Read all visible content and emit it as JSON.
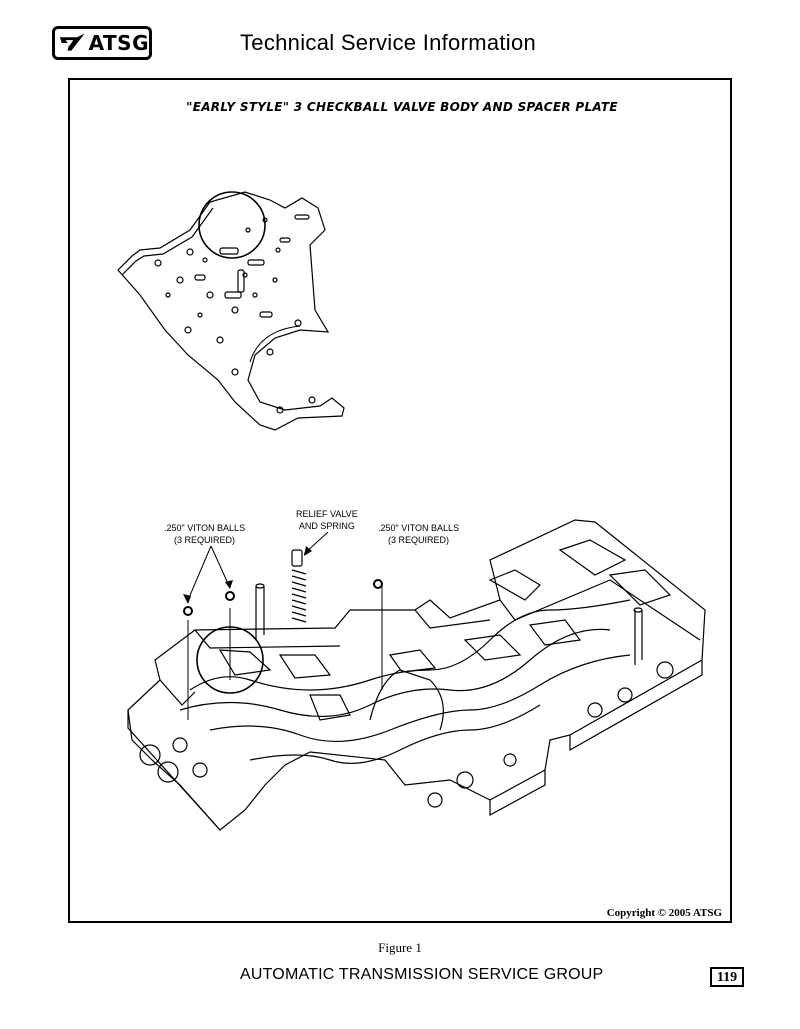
{
  "header": {
    "logo_text": "ATSG",
    "title": "Technical Service Information"
  },
  "figure": {
    "title": "\"EARLY STYLE\"  3 CHECKBALL VALVE BODY AND SPACER PLATE",
    "callouts": {
      "left_balls_line1": ".250\" VITON BALLS",
      "left_balls_line2": "(3 REQUIRED)",
      "relief_line1": "RELIEF VALVE",
      "relief_line2": "AND SPRING",
      "right_balls_line1": ".250\" VITON BALLS",
      "right_balls_line2": "(3 REQUIRED)"
    },
    "copyright": "Copyright © 2005 ATSG",
    "caption": "Figure 1"
  },
  "footer": {
    "organization": "AUTOMATIC TRANSMISSION SERVICE GROUP",
    "page_number": "119"
  }
}
